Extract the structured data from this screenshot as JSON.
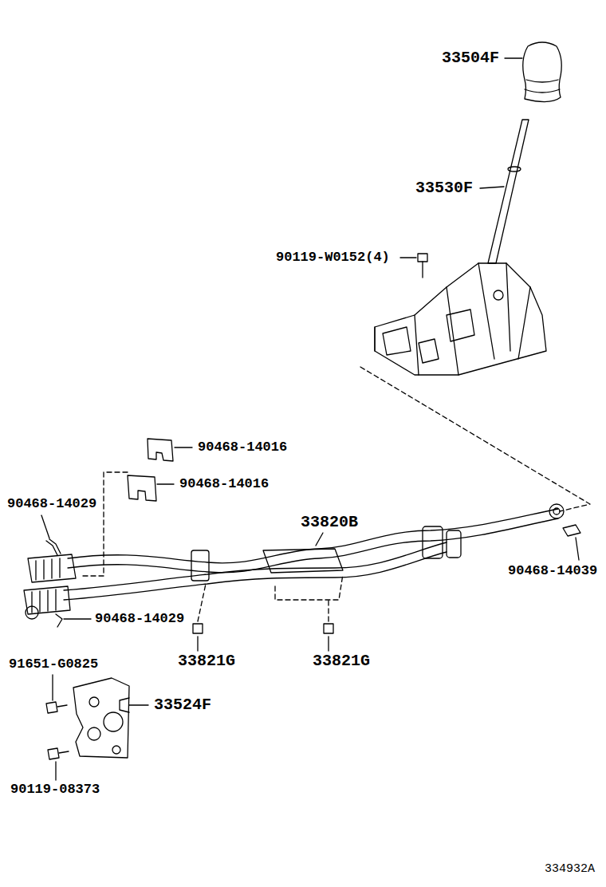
{
  "diagram": {
    "labels": [
      "33504F",
      "33530F",
      "90119-W0152(4)",
      "90468-14016",
      "90468-14016",
      "90468-14029",
      "33820B",
      "90468-14039",
      "90468-14029",
      "33821G",
      "33821G",
      "91651-G0825",
      "33524F",
      "90119-08373",
      "334932A"
    ]
  }
}
